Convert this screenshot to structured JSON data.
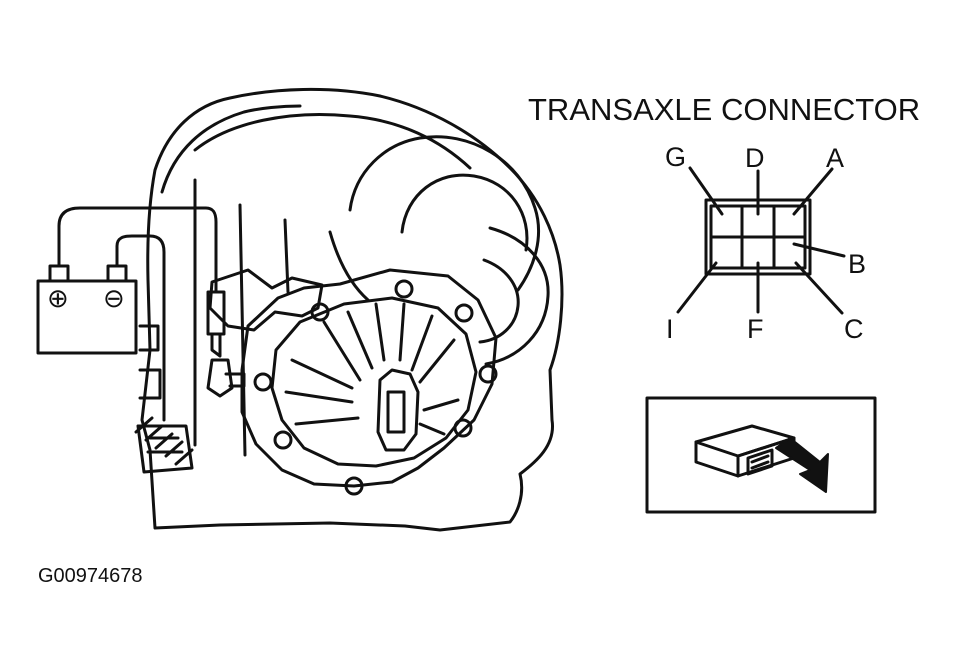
{
  "connector": {
    "title": "TRANSAXLE CONNECTOR",
    "pins": {
      "g": "G",
      "d": "D",
      "a": "A",
      "b": "B",
      "i": "I",
      "f": "F",
      "c": "C"
    }
  },
  "battery": {
    "positive": "⊕",
    "negative": "⊖"
  },
  "figure_id": "G00974678",
  "colors": {
    "ink": "#111111",
    "paper": "#ffffff"
  }
}
